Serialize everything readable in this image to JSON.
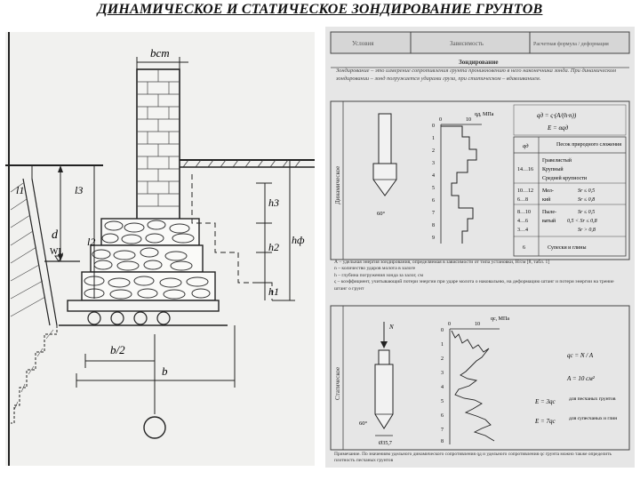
{
  "title": "ДИНАМИЧЕСКОЕ И СТАТИЧЕСКОЕ ЗОНДИРОВАНИЕ ГРУНТОВ",
  "left_drawing": {
    "labels": {
      "bct": "bст",
      "l3": "l3",
      "l2": "l2",
      "l1": "l1",
      "d": "d",
      "wl": "WL",
      "h3": "h3",
      "h2": "h2",
      "h1": "h1",
      "hf": "hф",
      "b2": "b/2",
      "b": "b"
    }
  },
  "table": {
    "headers": [
      "Условия",
      "Зависимость",
      "Расчетная формула / деформация"
    ],
    "section_title": "Зондирование",
    "intro": "Зондирование – это измерение сопротивления грунта проникновению в него наконечника зонда. При динамическом зондировании – зонд погружается ударами груза, при статическом – вдавливанием.",
    "dynamic": {
      "side_label": "Динамическое",
      "graph_x_labels": [
        "0",
        "10"
      ],
      "graph_unit": "qд, МПа",
      "depth_labels": [
        "0",
        "1",
        "2",
        "3",
        "4",
        "5",
        "6",
        "7",
        "8",
        "9"
      ],
      "cone_angle": "60°",
      "formula_q": "qд = ς·(A/(h·n))",
      "formula_e": "E = αqд",
      "soil_header": "Песок природного сложения",
      "soil_rows": [
        {
          "q": "",
          "soil": "Гравелистый"
        },
        {
          "q": "14…16",
          "soil": "Крупный"
        },
        {
          "q": "",
          "soil": "Средней крупности"
        },
        {
          "q": "10…12",
          "soil": "Мел-"
        },
        {
          "q": "6…8",
          "soil": "кий"
        },
        {
          "q": "8…10",
          "soil": "Пыле-"
        },
        {
          "q": "4…6",
          "soil": "ватый"
        },
        {
          "q": "3…4",
          "soil": ""
        },
        {
          "q": "6",
          "soil": "Супески и глины"
        }
      ],
      "density_rows": [
        "Sr ≤ 0,5",
        "Sr ≤ 0,8",
        "Sr ≤ 0,5",
        "0,5 < Sr ≤ 0,8",
        "Sr > 0,8"
      ],
      "q_col_header": "qд",
      "notes": [
        "А – удельная энергия зондирования, определяемая в зависимости от типа установки, Н/см [8, табл. 1]",
        "n – количество ударов молота в залоге",
        "h – глубина погружения зонда за залог, см",
        "ς – коэффициент, учитывающий потери энергии при ударе молота о наковальню, на деформацию штанг и потери энергии на трение штанг о грунт"
      ]
    },
    "static": {
      "side_label": "Статическое",
      "graph_x_labels": [
        "0",
        "10"
      ],
      "graph_unit": "qс, МПа",
      "force_label": "N",
      "depth_labels": [
        "0",
        "1",
        "2",
        "3",
        "4",
        "5",
        "6",
        "7",
        "8"
      ],
      "cone_angle": "60°",
      "cone_diam": "Ø35,7",
      "formula_q": "qс = N / A",
      "area": "A = 10 см²",
      "e_rows": [
        {
          "formula": "E = 3qс",
          "note": "для песчаных грунтов"
        },
        {
          "formula": "E = 7qс",
          "note": "для супесчаных и глин"
        }
      ]
    },
    "footnote": "Примечание. По значениям удельного динамического сопротивления qд и удельного сопротивления qс грунта можно также определить плотность песчаных грунтов"
  }
}
